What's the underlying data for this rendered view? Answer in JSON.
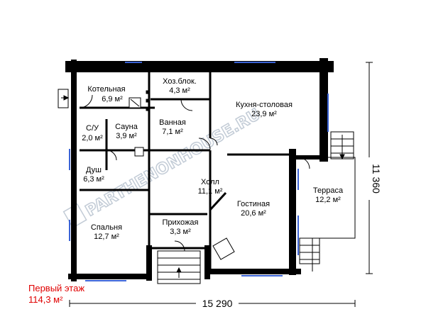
{
  "rooms": [
    {
      "name": "Котельная",
      "area": "6,9 м²"
    },
    {
      "name": "Хоз.блок.",
      "area": "4,3 м²"
    },
    {
      "name": "Кухня-столовая",
      "area": "23,9 м²"
    },
    {
      "name": "С/У",
      "area": "2,0 м²"
    },
    {
      "name": "Сауна",
      "area": "3,9 м²"
    },
    {
      "name": "Ванная",
      "area": "7,1 м²"
    },
    {
      "name": "Душ",
      "area": "6,3 м²"
    },
    {
      "name": "Холл",
      "area": "11,1 м²"
    },
    {
      "name": "Гостиная",
      "area": "20,6 м²"
    },
    {
      "name": "Терраса",
      "area": "12,2 м²"
    },
    {
      "name": "Спальня",
      "area": "12,7 м²"
    },
    {
      "name": "Прихожая",
      "area": "3,3 м²"
    }
  ],
  "dimensions": {
    "width": "15 290",
    "height": "11 360"
  },
  "floor": {
    "name": "Первый этаж",
    "area": "114,3 м²"
  },
  "watermark": "PARTHENONHOUSE.RU",
  "colors": {
    "wall": "#000000",
    "window": "#3a63d6",
    "caption": "#e00000"
  }
}
